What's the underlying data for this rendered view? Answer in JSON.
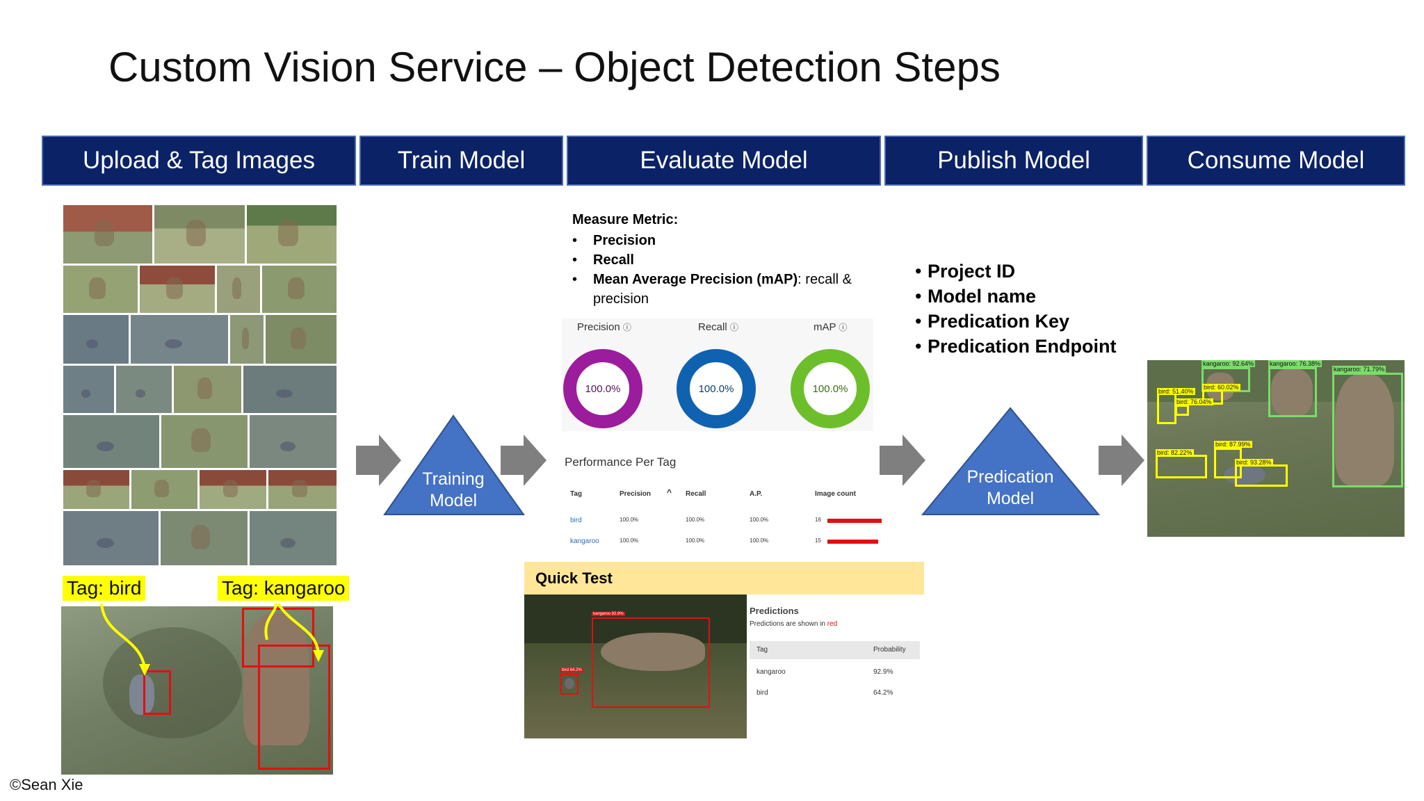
{
  "title": "Custom Vision Service – Object Detection Steps",
  "steps": [
    {
      "label": "Upload & Tag Images"
    },
    {
      "label": "Train Model"
    },
    {
      "label": "Evaluate Model"
    },
    {
      "label": "Publish Model"
    },
    {
      "label": "Consume Model"
    }
  ],
  "tagging": {
    "tag_bird": "Tag: bird",
    "tag_kangaroo": "Tag: kangaroo"
  },
  "training": {
    "triangle_label_line1": "Training",
    "triangle_label_line2": "Model"
  },
  "evaluate": {
    "measure_heading": "Measure Metric:",
    "metrics": [
      {
        "bold": "Precision",
        "rest": ""
      },
      {
        "bold": "Recall",
        "rest": ""
      },
      {
        "bold": "Mean Average Precision (mAP)",
        "rest": ": recall & precision"
      }
    ],
    "donuts": [
      {
        "label": "Precision",
        "value": "100.0%",
        "color": "#9b1c9c"
      },
      {
        "label": "Recall",
        "value": "100.0%",
        "color": "#0f62b0"
      },
      {
        "label": "mAP",
        "value": "100.0%",
        "color": "#6cbf2a"
      }
    ],
    "performance_title": "Performance Per Tag",
    "table_headers": [
      "Tag",
      "Precision",
      "Recall",
      "A.P.",
      "Image count"
    ],
    "table_rows": [
      {
        "tag": "bird",
        "precision": "100.0%",
        "recall": "100.0%",
        "ap": "100.0%",
        "count": "16"
      },
      {
        "tag": "kangaroo",
        "precision": "100.0%",
        "recall": "100.0%",
        "ap": "100.0%",
        "count": "15"
      }
    ],
    "quick_test_title": "Quick Test",
    "predictions_title": "Predictions",
    "predictions_note": "Predictions are shown in",
    "predictions_note_color_word": "red",
    "pred_headers": [
      "Tag",
      "Probability"
    ],
    "pred_rows": [
      {
        "tag": "kangaroo",
        "prob": "92.9%"
      },
      {
        "tag": "bird",
        "prob": "64.2%"
      }
    ],
    "qt_box_labels": [
      "kangaroo 92.9%",
      "bird 64.2%"
    ]
  },
  "publish": {
    "items": [
      "Project ID",
      "Model name",
      "Predication Key",
      "Predication Endpoint"
    ],
    "triangle_label_line1": "Predication",
    "triangle_label_line2": "Model"
  },
  "consume": {
    "detections": [
      "kangaroo: 92.64%",
      "kangaroo: 76.38%",
      "kangaroo: 71.79%",
      "bird: 60.02%",
      "bird: 51.40%",
      "bird: 76.04%",
      "bird: 87.99%",
      "bird: 82.22%",
      "bird: 93.28%"
    ]
  },
  "colors": {
    "header_bg": "#0b2266",
    "triangle": "#4472c4",
    "arrow": "#7f7f7f",
    "highlight": "#ffff00",
    "bbox_red": "#e01010",
    "bbox_green": "#7bdc6a",
    "bbox_yellow": "#ffff00"
  },
  "credit": "©Sean Xie"
}
